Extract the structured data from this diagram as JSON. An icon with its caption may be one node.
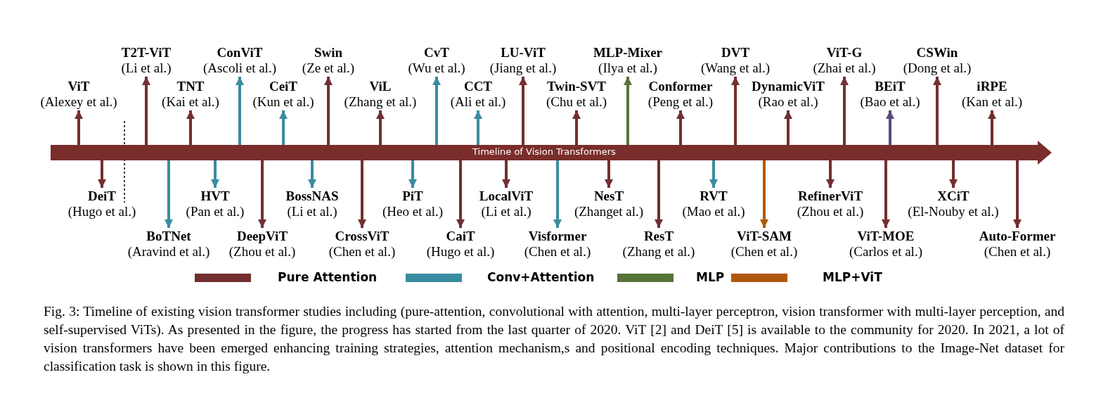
{
  "diagram": {
    "caption": "Fig. 3: Timeline of existing vision transformer studies including (pure-attention, convolutional with attention, multi-layer perceptron, vision transformer with multi-layer perception, and self-supervised ViTs). As presented in the figure, the progress has started from the last quarter of 2020. ViT [2] and DeiT [5] is available to the community for 2020. In 2021, a lot of vision transformers have been emerged enhancing training strategies, attention mechanism,s and positional encoding techniques. Major contributions to the Image-Net dataset for classification task is shown in this figure.",
    "nodes": [
      {
        "text": [
          "Timeline of Vision Transformers"
        ]
      },
      {
        "text": [
          "ViT",
          "(Alexey et al.)"
        ]
      },
      {
        "text": [
          "T2T-ViT",
          "(Li et al.)"
        ]
      },
      {
        "text": [
          "TNT",
          "(Kai et al.)"
        ]
      },
      {
        "text": [
          "ConViT",
          "(Ascoli et al.)"
        ]
      },
      {
        "text": [
          "CeiT",
          "(Kun et al.)"
        ]
      },
      {
        "text": [
          "Swin",
          "(Ze et al.)"
        ]
      },
      {
        "text": [
          "ViL",
          "(Zhang et al.)"
        ]
      },
      {
        "text": [
          "CvT",
          "(Wu et al.)"
        ]
      },
      {
        "text": [
          "CCT",
          "(Ali et al.)"
        ]
      },
      {
        "text": [
          "LU-ViT",
          "(Jiang et al.)"
        ]
      },
      {
        "text": [
          "Twin-SVT",
          "(Chu et al.)"
        ]
      },
      {
        "text": [
          "MLP-Mixer",
          "(Ilya et al.)"
        ]
      },
      {
        "text": [
          "Conformer",
          "(Peng et al.)"
        ]
      },
      {
        "text": [
          "DVT",
          "(Wang et al.)"
        ]
      },
      {
        "text": [
          "DynamicViT",
          "(Rao et al.)"
        ]
      },
      {
        "text": [
          "ViT-G",
          "(Zhai et al.)"
        ]
      },
      {
        "text": [
          "BEiT",
          "(Bao et al.)"
        ]
      },
      {
        "text": [
          "CSWin",
          "(Dong et al.)"
        ]
      },
      {
        "text": [
          "iRPE",
          "(Kan et al.)"
        ]
      },
      {
        "text": [
          "DeiT",
          "(Hugo et al.)"
        ]
      },
      {
        "text": [
          "BoTNet",
          "(Aravind et al.)"
        ]
      },
      {
        "text": [
          "HVT",
          "(Pan et al.)"
        ]
      },
      {
        "text": [
          "DeepViT",
          "(Zhou et al.)"
        ]
      },
      {
        "text": [
          "BossNAS",
          "(Li et al.)"
        ]
      },
      {
        "text": [
          "CrossViT",
          "(Chen et al.)"
        ]
      },
      {
        "text": [
          "PiT",
          "(Heo et al.)"
        ]
      },
      {
        "text": [
          "CaiT",
          "(Hugo et al.)"
        ]
      },
      {
        "text": [
          "LocalViT",
          "(Li et al.)"
        ]
      },
      {
        "text": [
          "Visformer",
          "(Chen et al.)"
        ]
      },
      {
        "text": [
          "NesT",
          "(Zhanget al.)"
        ]
      },
      {
        "text": [
          "ResT",
          "(Zhang et al.)"
        ]
      },
      {
        "text": [
          "RVT",
          "(Mao et al.)"
        ]
      },
      {
        "text": [
          "ViT-SAM",
          "(Chen et al.)"
        ]
      },
      {
        "text": [
          "RefinerViT",
          "(Zhou et al.)"
        ]
      },
      {
        "text": [
          "ViT-MOE",
          "(Carlos et al.)"
        ]
      },
      {
        "text": [
          "XCiT",
          "(El-Nouby et al.)"
        ]
      },
      {
        "text": [
          "Auto-Former",
          "(Chen et al.)"
        ]
      }
    ],
    "edges": [
      {
        "from": 0,
        "to": 1,
        "arrow": "to"
      },
      {
        "from": 0,
        "to": 2,
        "arrow": "to"
      },
      {
        "from": 0,
        "to": 3,
        "arrow": "to"
      },
      {
        "from": 0,
        "to": 4,
        "arrow": "to",
        "color": "#3a8ca0"
      },
      {
        "from": 0,
        "to": 5,
        "arrow": "to",
        "color": "#3a8ca0"
      },
      {
        "from": 0,
        "to": 6,
        "arrow": "to"
      },
      {
        "from": 0,
        "to": 7,
        "arrow": "to"
      },
      {
        "from": 0,
        "to": 8,
        "arrow": "to",
        "color": "#3a8ca0"
      },
      {
        "from": 0,
        "to": 9,
        "arrow": "to",
        "color": "#3a8ca0"
      },
      {
        "from": 0,
        "to": 10,
        "arrow": "to"
      },
      {
        "from": 0,
        "to": 11,
        "arrow": "to"
      },
      {
        "from": 0,
        "to": 12,
        "arrow": "to",
        "color": "#56733a"
      },
      {
        "from": 0,
        "to": 13,
        "arrow": "to"
      },
      {
        "from": 0,
        "to": 14,
        "arrow": "to"
      },
      {
        "from": 0,
        "to": 15,
        "arrow": "to"
      },
      {
        "from": 0,
        "to": 16,
        "arrow": "to"
      },
      {
        "from": 0,
        "to": 17,
        "arrow": "to",
        "color": "#5b4a7e"
      },
      {
        "from": 0,
        "to": 18,
        "arrow": "to"
      },
      {
        "from": 0,
        "to": 19,
        "arrow": "to"
      },
      {
        "from": 0,
        "to": 20,
        "arrow": "to"
      },
      {
        "from": 0,
        "to": 21,
        "arrow": "to",
        "color": "#3a8ca0"
      },
      {
        "from": 0,
        "to": 22,
        "arrow": "to",
        "color": "#3a8ca0"
      },
      {
        "from": 0,
        "to": 23,
        "arrow": "to"
      },
      {
        "from": 0,
        "to": 24,
        "arrow": "to",
        "color": "#3a8ca0"
      },
      {
        "from": 0,
        "to": 25,
        "arrow": "to"
      },
      {
        "from": 0,
        "to": 26,
        "arrow": "to",
        "color": "#3a8ca0"
      },
      {
        "from": 0,
        "to": 27,
        "arrow": "to"
      },
      {
        "from": 0,
        "to": 28,
        "arrow": "to"
      },
      {
        "from": 0,
        "to": 29,
        "arrow": "to",
        "color": "#3a8ca0"
      },
      {
        "from": 0,
        "to": 30,
        "arrow": "to"
      },
      {
        "from": 0,
        "to": 31,
        "arrow": "to"
      },
      {
        "from": 0,
        "to": 32,
        "arrow": "to",
        "color": "#3a8ca0"
      },
      {
        "from": 0,
        "to": 33,
        "arrow": "to",
        "color": "#b0580f"
      },
      {
        "from": 0,
        "to": 34,
        "arrow": "to"
      },
      {
        "from": 0,
        "to": 35,
        "arrow": "to"
      },
      {
        "from": 0,
        "to": 36,
        "arrow": "to"
      },
      {
        "from": 0,
        "to": 37,
        "arrow": "to"
      }
    ],
    "legend": [
      {
        "text": "Pure Attention",
        "color": "#722f2f"
      },
      {
        "text": "Conv+Attention",
        "color": "#3a8ca0"
      },
      {
        "text": "MLP",
        "color": "#56733a"
      },
      {
        "text": "MLP+ViT",
        "color": "#b0580f"
      }
    ]
  }
}
